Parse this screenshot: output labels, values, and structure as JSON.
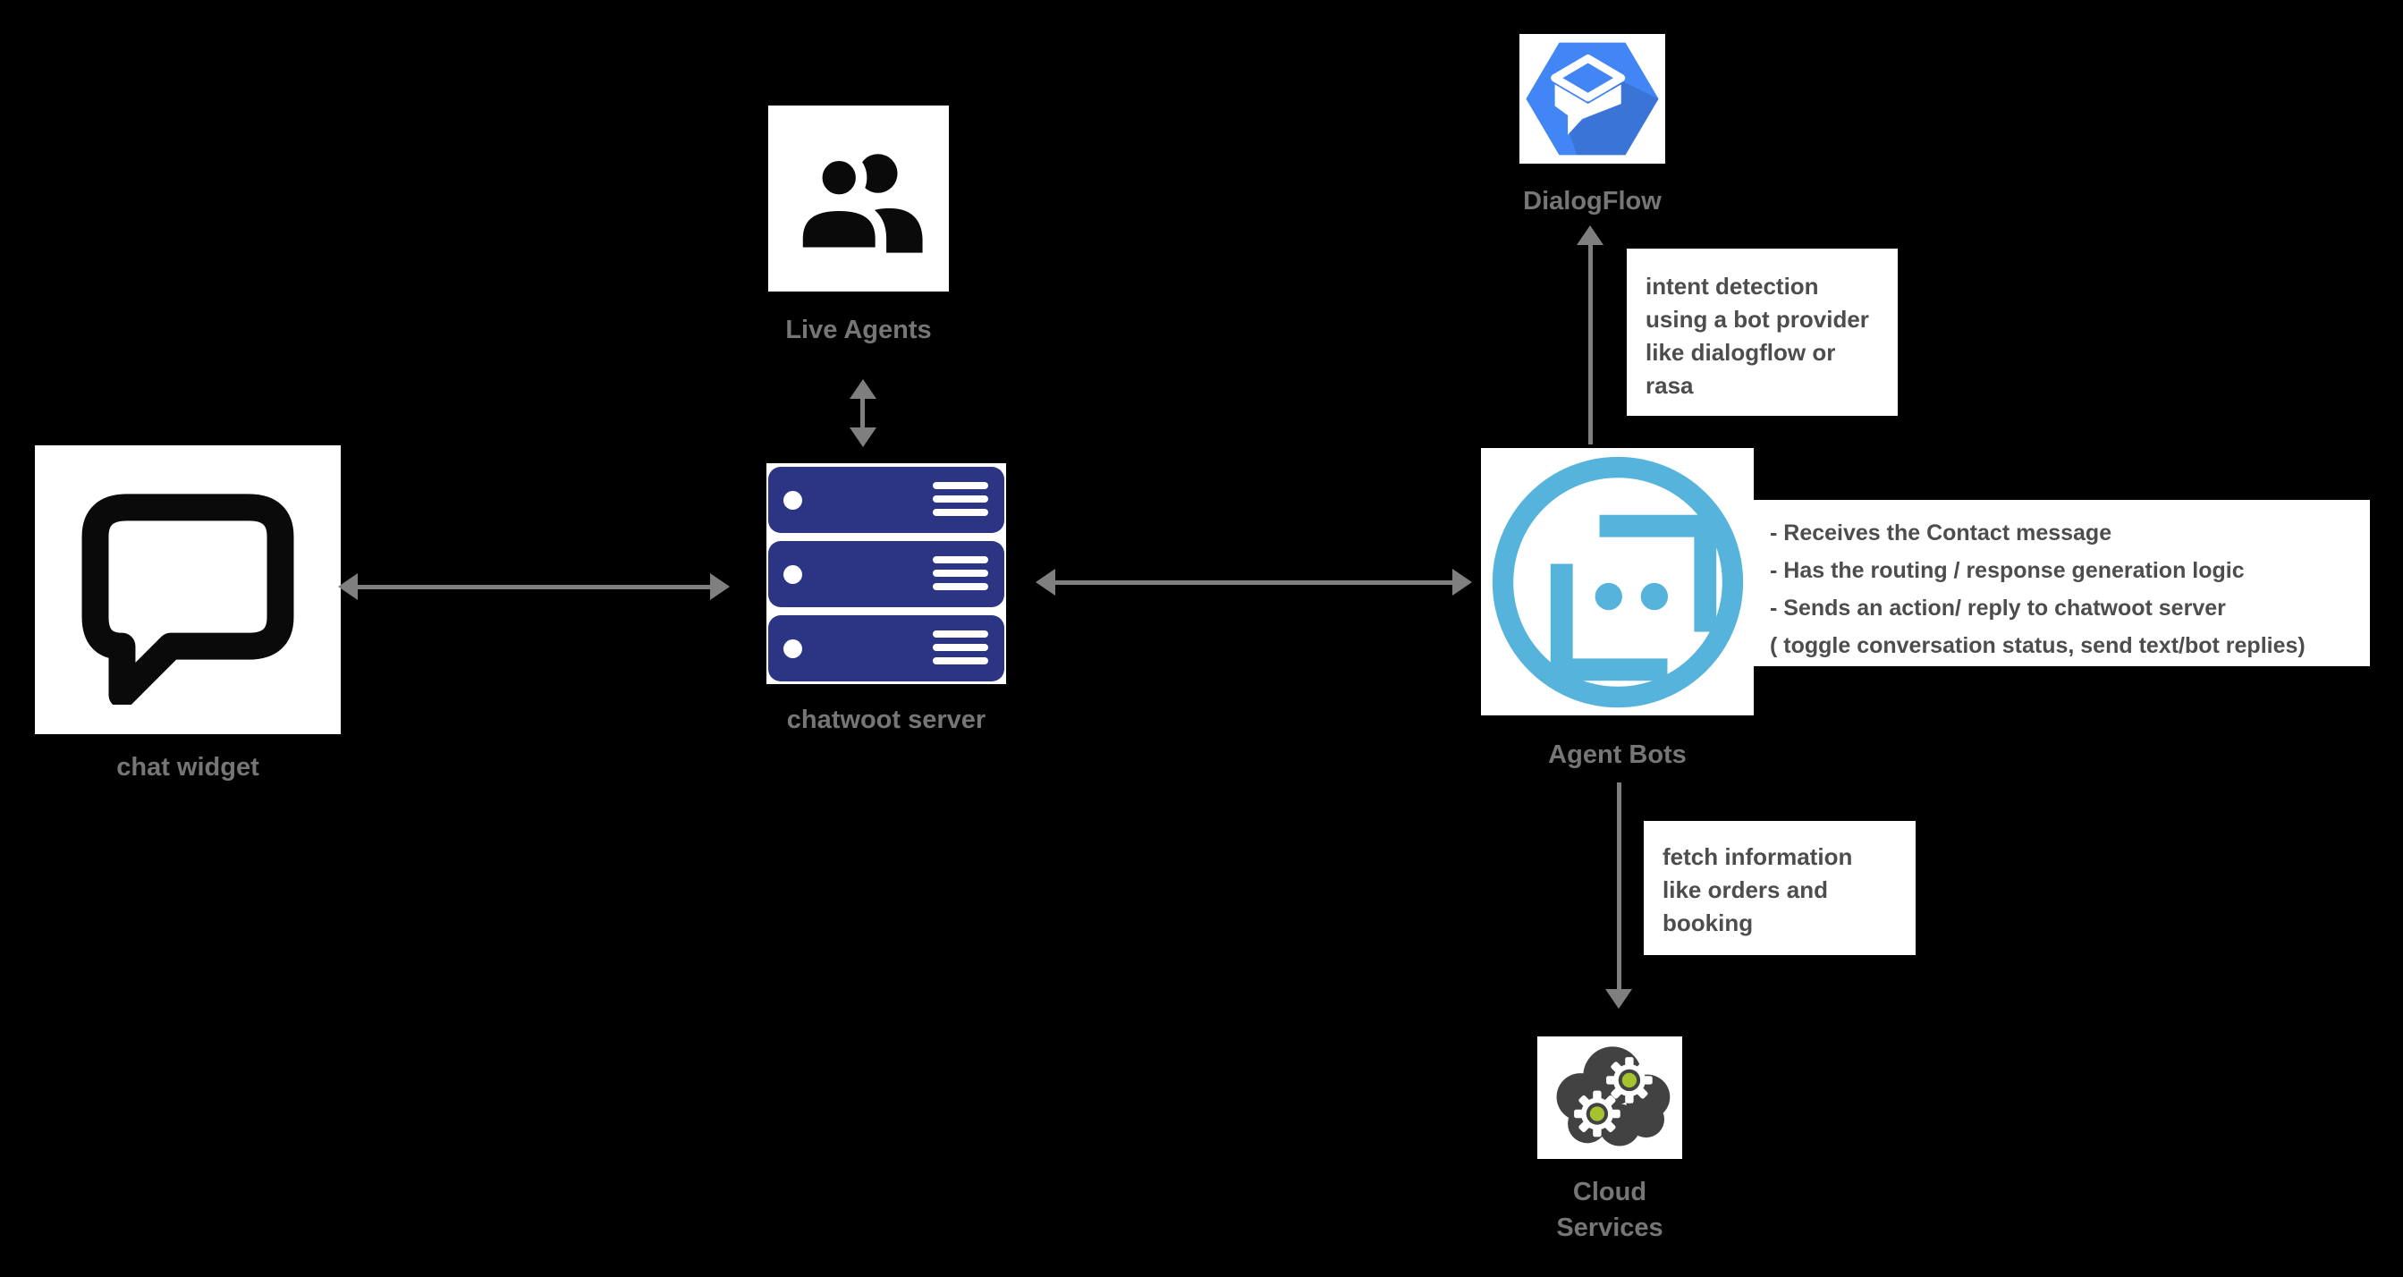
{
  "colors": {
    "bg": "#000000",
    "white": "#ffffff",
    "arrow": "#7f7f7f",
    "label": "#767676",
    "text": "#4d4d4d",
    "ink": "#0a0a0a",
    "navy": "#2b3583",
    "bot": "#56b3dc",
    "df": "#4285f4",
    "cloud": "#424242",
    "green": "#a5c32e"
  },
  "nodes": {
    "chat_widget": {
      "label": "chat widget"
    },
    "live_agents": {
      "label": "Live Agents"
    },
    "chatwoot_server": {
      "label": "chatwoot server"
    },
    "agent_bots": {
      "label": "Agent Bots"
    },
    "dialogflow": {
      "label": "DialogFlow"
    },
    "cloud_services": {
      "label": "Cloud\nServices"
    }
  },
  "icons": {
    "chat_widget": "chat-bubble-icon",
    "live_agents": "people-icon",
    "chatwoot_server": "server-rack-icon",
    "agent_bots": "robot-face-icon",
    "dialogflow": "dialogflow-hexagon-icon",
    "cloud_services": "cloud-gears-icon"
  },
  "notes": {
    "intent_detection": {
      "text": "intent detection\nusing a bot provider\nlike dialogflow or\nrasa"
    },
    "agent_bots_details": {
      "text": "- Receives the Contact message\n- Has the routing / response generation logic\n- Sends an action/ reply to chatwoot server\n ( toggle conversation status, send text/bot replies)"
    },
    "fetch_information": {
      "text": "fetch information\nlike orders and\nbooking"
    }
  }
}
